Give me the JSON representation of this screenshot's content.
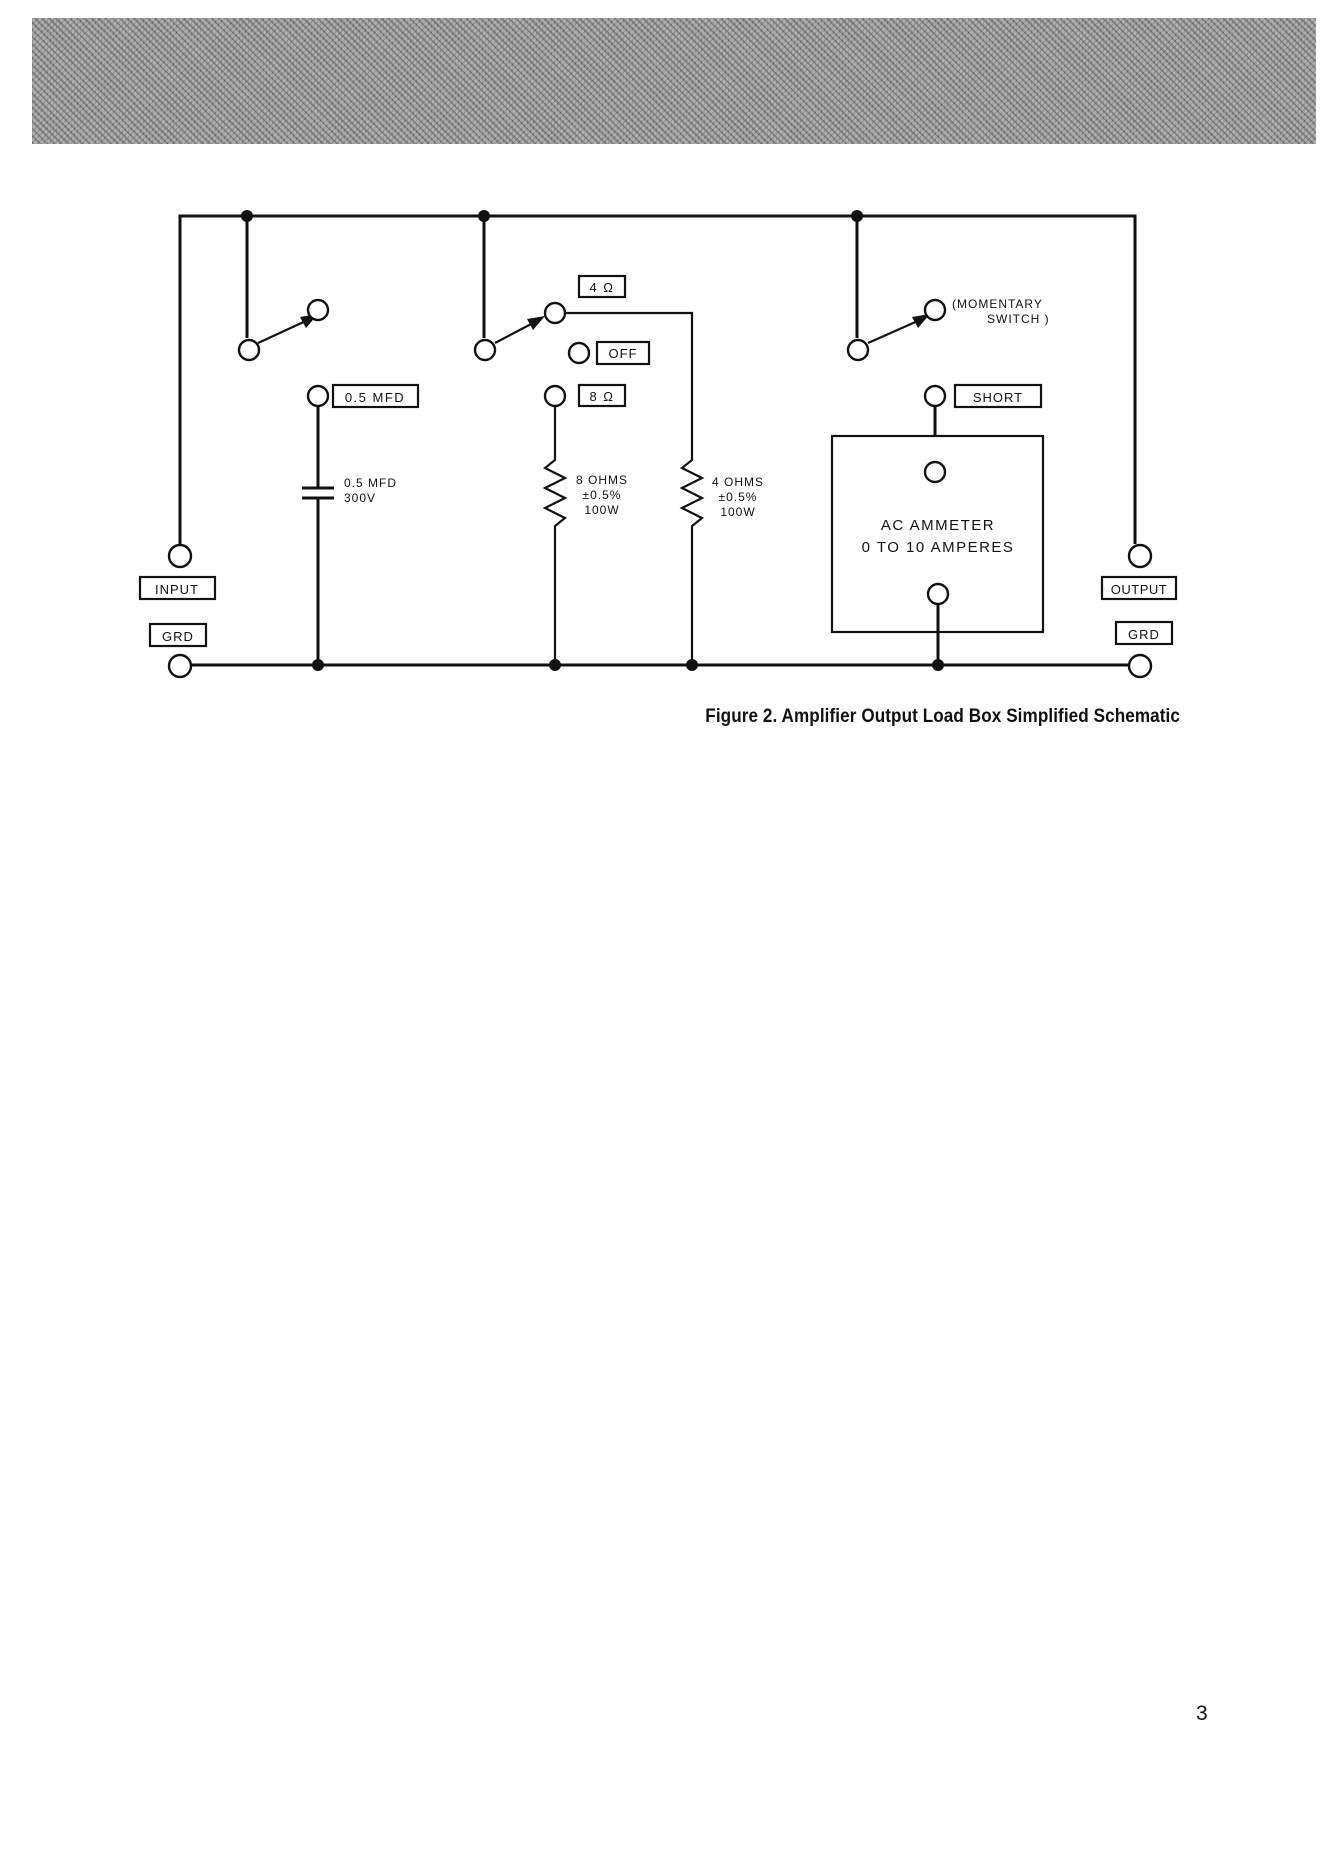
{
  "labels": {
    "cap_tap": "0.5 MFD",
    "tap_4": "4 Ω",
    "tap_off": "OFF",
    "tap_8": "8 Ω",
    "short": "SHORT",
    "input": "INPUT",
    "output": "OUTPUT",
    "grd_left": "GRD",
    "grd_right": "GRD",
    "momentary_1": "(MOMENTARY",
    "momentary_2": "SWITCH )",
    "cap_val_1": "0.5 MFD",
    "cap_val_2": "300V",
    "r8_1": "8 OHMS",
    "r8_2": "±0.5%",
    "r8_3": "100W",
    "r4_1": "4 OHMS",
    "r4_2": "±0.5%",
    "r4_3": "100W",
    "ammeter_1": "AC AMMETER",
    "ammeter_2": "0 TO 10 AMPERES"
  },
  "caption": "Figure 2.  Amplifier Output Load Box Simplified Schematic",
  "page_number": "3"
}
